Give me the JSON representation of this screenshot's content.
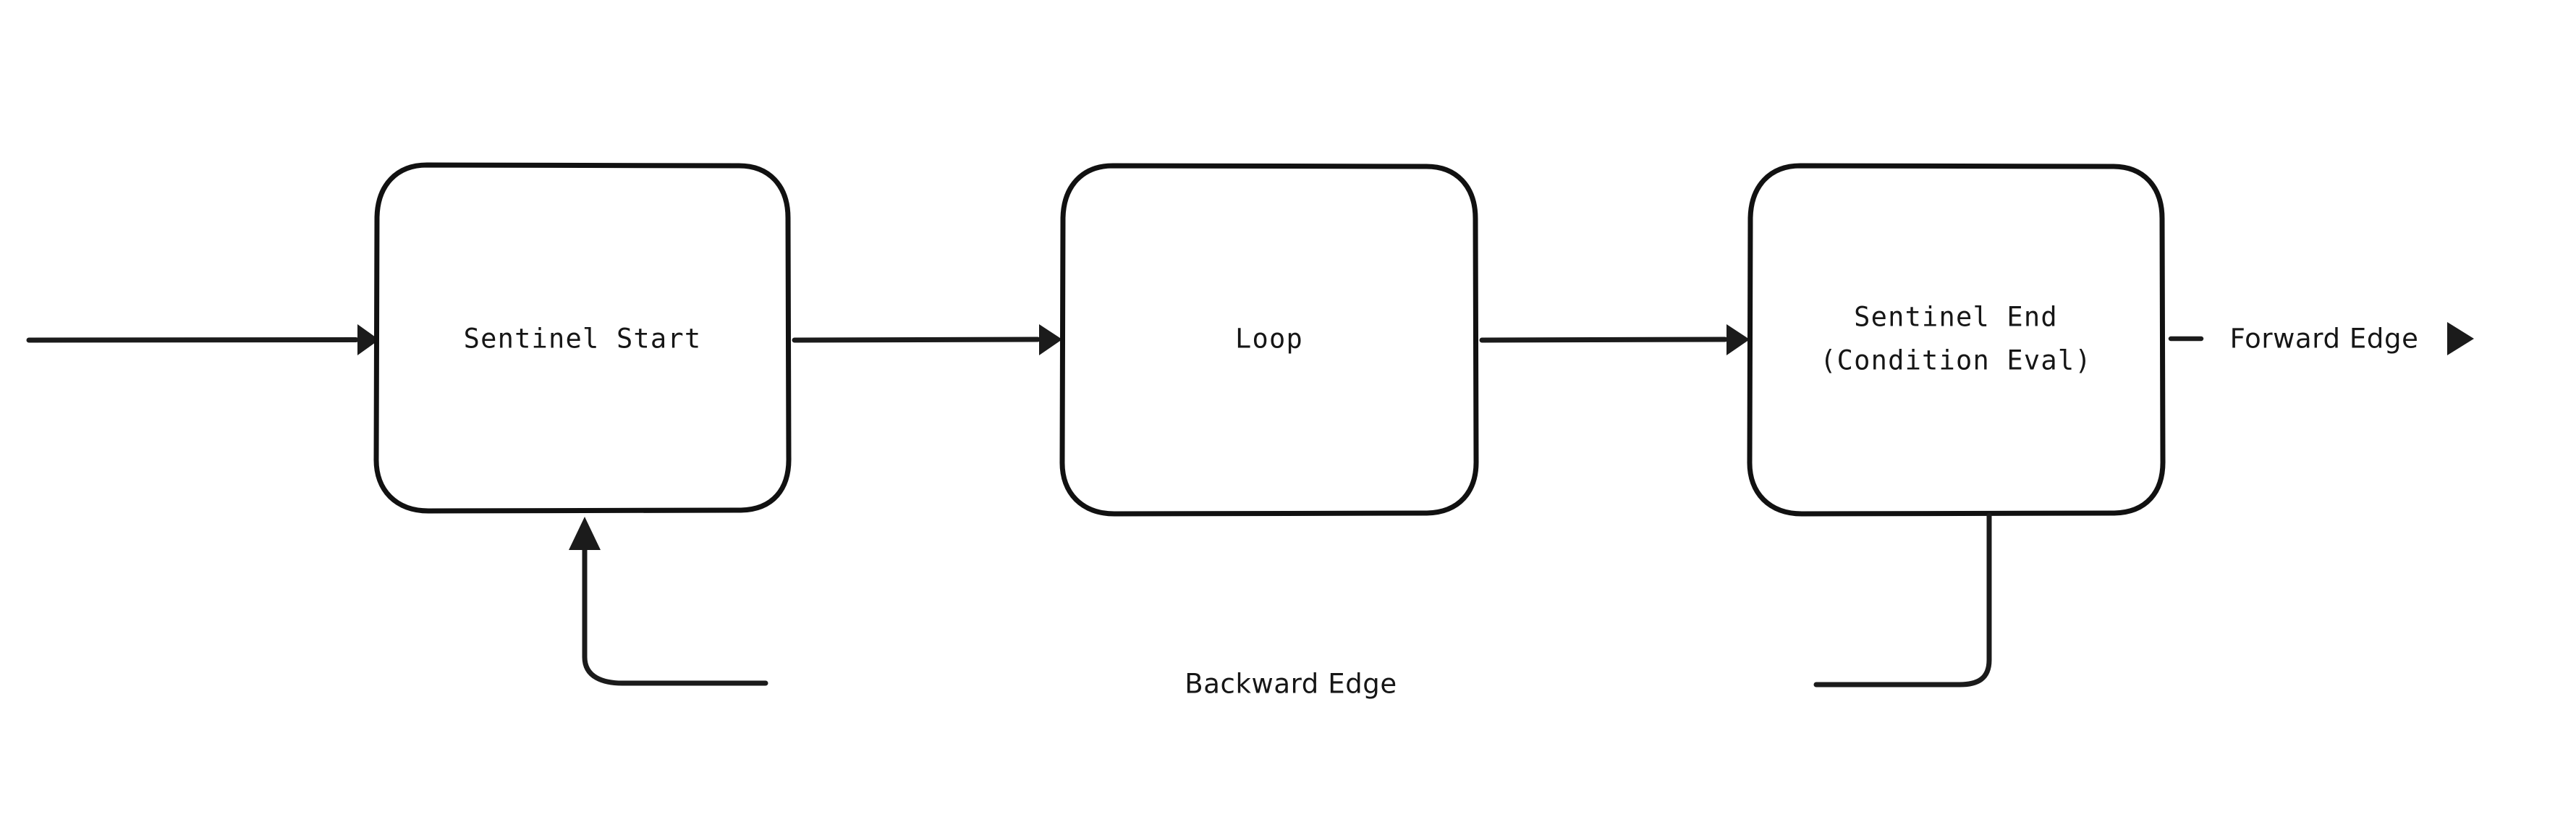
{
  "diagram": {
    "type": "flowchart",
    "orientation": "left-to-right",
    "style": "hand-drawn-sketch",
    "background_color": "#ffffff",
    "stroke_color": "#1b1b1b",
    "text_color": "#161616",
    "nodes": [
      {
        "id": "sentinel-start",
        "label_line1": "Sentinel Start",
        "label_line2": "",
        "shape": "rounded-rectangle"
      },
      {
        "id": "loop",
        "label_line1": "Loop",
        "label_line2": "",
        "shape": "rounded-rectangle"
      },
      {
        "id": "sentinel-end",
        "label_line1": "Sentinel End",
        "label_line2": "(Condition Eval)",
        "shape": "rounded-rectangle"
      }
    ],
    "edges": [
      {
        "id": "entry",
        "label": "",
        "from": "",
        "to": "sentinel-start",
        "arrow": true
      },
      {
        "id": "start-to-loop",
        "label": "",
        "from": "sentinel-start",
        "to": "loop",
        "arrow": true
      },
      {
        "id": "loop-to-end",
        "label": "",
        "from": "loop",
        "to": "sentinel-end",
        "arrow": true
      },
      {
        "id": "forward",
        "label": "Forward Edge",
        "from": "sentinel-end",
        "to": "",
        "arrow": true
      },
      {
        "id": "backward",
        "label": "Backward Edge",
        "from": "sentinel-end",
        "to": "sentinel-start",
        "arrow": true
      }
    ]
  }
}
